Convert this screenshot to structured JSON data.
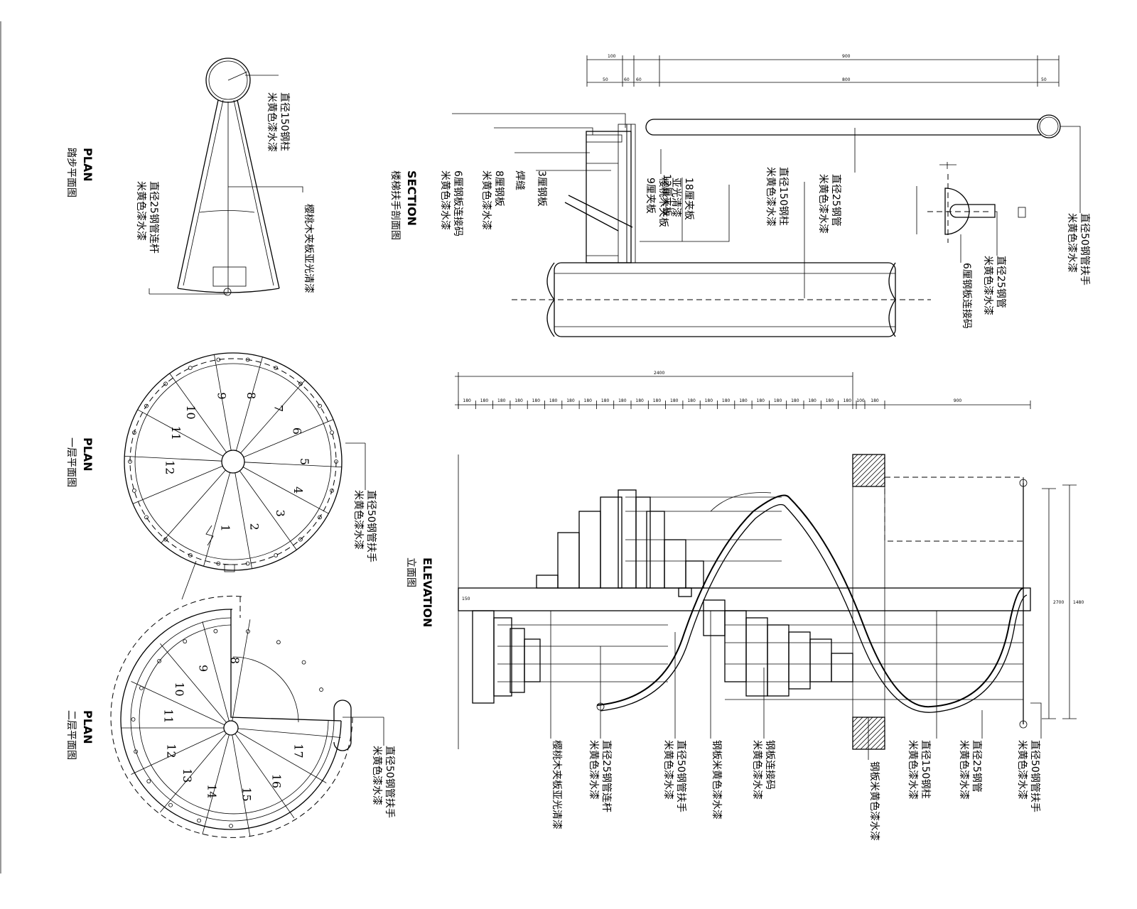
{
  "titles": {
    "tread_plan": {
      "en": "PLAN",
      "zh": "踏步平面图"
    },
    "plan_floor1": {
      "en": "PLAN",
      "zh": "一层平面图"
    },
    "plan_floor2": {
      "en": "PLAN",
      "zh": "二层平面图"
    },
    "section": {
      "en": "SECTION",
      "zh": "楼梯扶手剖面图"
    },
    "elevation": {
      "en": "ELEVATION",
      "zh": "立面图"
    }
  },
  "tread_plan_notes": {
    "column": [
      "直径150钢柱",
      "米黄色漆水漆"
    ],
    "baluster": [
      "直径25钢管连杆",
      "米黄色漆水漆"
    ],
    "tread": [
      "樱桃木夹板亚光清漆"
    ]
  },
  "plan_floor1_note": [
    "直径50钢管扶手",
    "米黄色漆水漆"
  ],
  "plan_floor2_note": [
    "直径50钢管扶手",
    "米黄色漆水漆"
  ],
  "plan_floor1_steps": [
    "1",
    "2",
    "3",
    "4",
    "5",
    "6",
    "7",
    "8",
    "9",
    "10",
    "11",
    "12"
  ],
  "plan_floor2_steps": [
    "8",
    "9",
    "10",
    "11",
    "12",
    "13",
    "14",
    "15",
    "16",
    "17"
  ],
  "section_notes": {
    "steel_plate_6": [
      "6厘钢板连接码",
      "米黄色漆水漆"
    ],
    "steel_plate_8": [
      "8厘钢板",
      "米黄色漆水漆"
    ],
    "clamp": [
      "焊缝"
    ],
    "steel_plate_3": [
      "3厘钢板"
    ],
    "board_12": [
      "12厘夹板"
    ],
    "board_stack": [
      "9厘夹板",
      "樱桃木夹板",
      "亚光清漆",
      "18厘夹板"
    ],
    "column": [
      "直径150钢柱",
      "米黄色漆水漆"
    ],
    "baluster": [
      "直径25钢管",
      "米黄色漆水漆"
    ]
  },
  "detail_notes": {
    "handrail": [
      "直径50钢管扶手",
      "米黄色漆水漆"
    ],
    "tube": [
      "直径25钢管",
      "米黄色漆水漆"
    ],
    "connector": [
      "6厘钢板连接码"
    ]
  },
  "elevation_notes": {
    "tread": [
      "樱桃木夹板亚光清漆"
    ],
    "baluster": [
      "直径25钢管连杆",
      "米黄色漆水漆"
    ],
    "rail": [
      "直径50钢管扶手",
      "米黄色漆水漆"
    ],
    "plate": [
      "钢板米黄色漆水漆"
    ],
    "connector": [
      "钢板连接码",
      "米黄色漆水漆"
    ],
    "slab": [
      "钢板米黄色漆水漆"
    ],
    "column": [
      "直径150钢柱",
      "米黄色漆水漆"
    ],
    "tube": [
      "直径25钢管",
      "米黄色漆水漆"
    ],
    "rail2": [
      "直径50钢管扶手",
      "米黄色漆水漆"
    ]
  },
  "dimensions": {
    "top_total_left": "100",
    "top_total_right": "900",
    "top_sub": [
      "50",
      "60",
      "60",
      "800",
      "50"
    ],
    "elev_total": "2400",
    "elev_steps": [
      "180",
      "180",
      "180",
      "180",
      "180",
      "180",
      "180",
      "180",
      "180",
      "180",
      "180",
      "180",
      "180",
      "180",
      "180",
      "180",
      "180",
      "180",
      "180",
      "180",
      "180",
      "180",
      "180",
      "100",
      "180",
      "900"
    ],
    "elev_height": "2700",
    "elev_right": "1480",
    "elev_slab": "150"
  }
}
